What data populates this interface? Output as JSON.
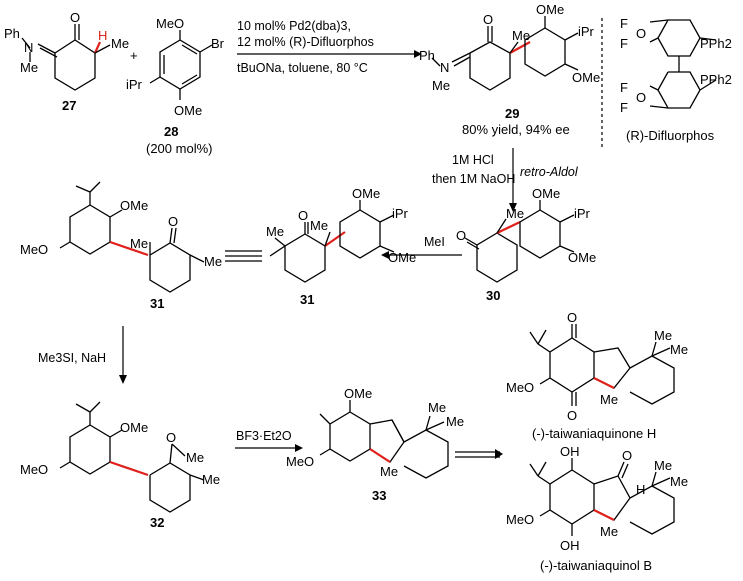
{
  "scheme": {
    "compounds": {
      "c27": "27",
      "c28": "28",
      "c28_amount": "(200 mol%)",
      "c29": "29",
      "c29_result": "80% yield, 94% ee",
      "c30": "30",
      "c31a": "31",
      "c31b": "31",
      "c32": "32",
      "c33": "33",
      "ligand_name": "(R)-Difluorphos",
      "prod1_name": "(-)-taiwaniaquinone H",
      "prod2_name": "(-)-taiwaniaquinol B"
    },
    "conditions": {
      "step1_line1": "10 mol% Pd2(dba)3,",
      "step1_line2": "12 mol% (R)-Difluorphos",
      "step1_line3": "tBuONa, toluene, 80 °C",
      "step2_left1": "1M HCl",
      "step2_left2": "then 1M NaOH",
      "step2_right": "retro-Aldol",
      "step3": "MeI",
      "step4": "Me3SI, NaH",
      "step5": "BF3·Et2O"
    },
    "atoms": {
      "ph": "Ph",
      "n": "N",
      "me": "Me",
      "o": "O",
      "h": "H",
      "plus": "+",
      "meo": "MeO",
      "ome": "OMe",
      "ipr": "iPr",
      "br": "Br",
      "f": "F",
      "pph2": "PPh2",
      "oh": "OH"
    }
  }
}
